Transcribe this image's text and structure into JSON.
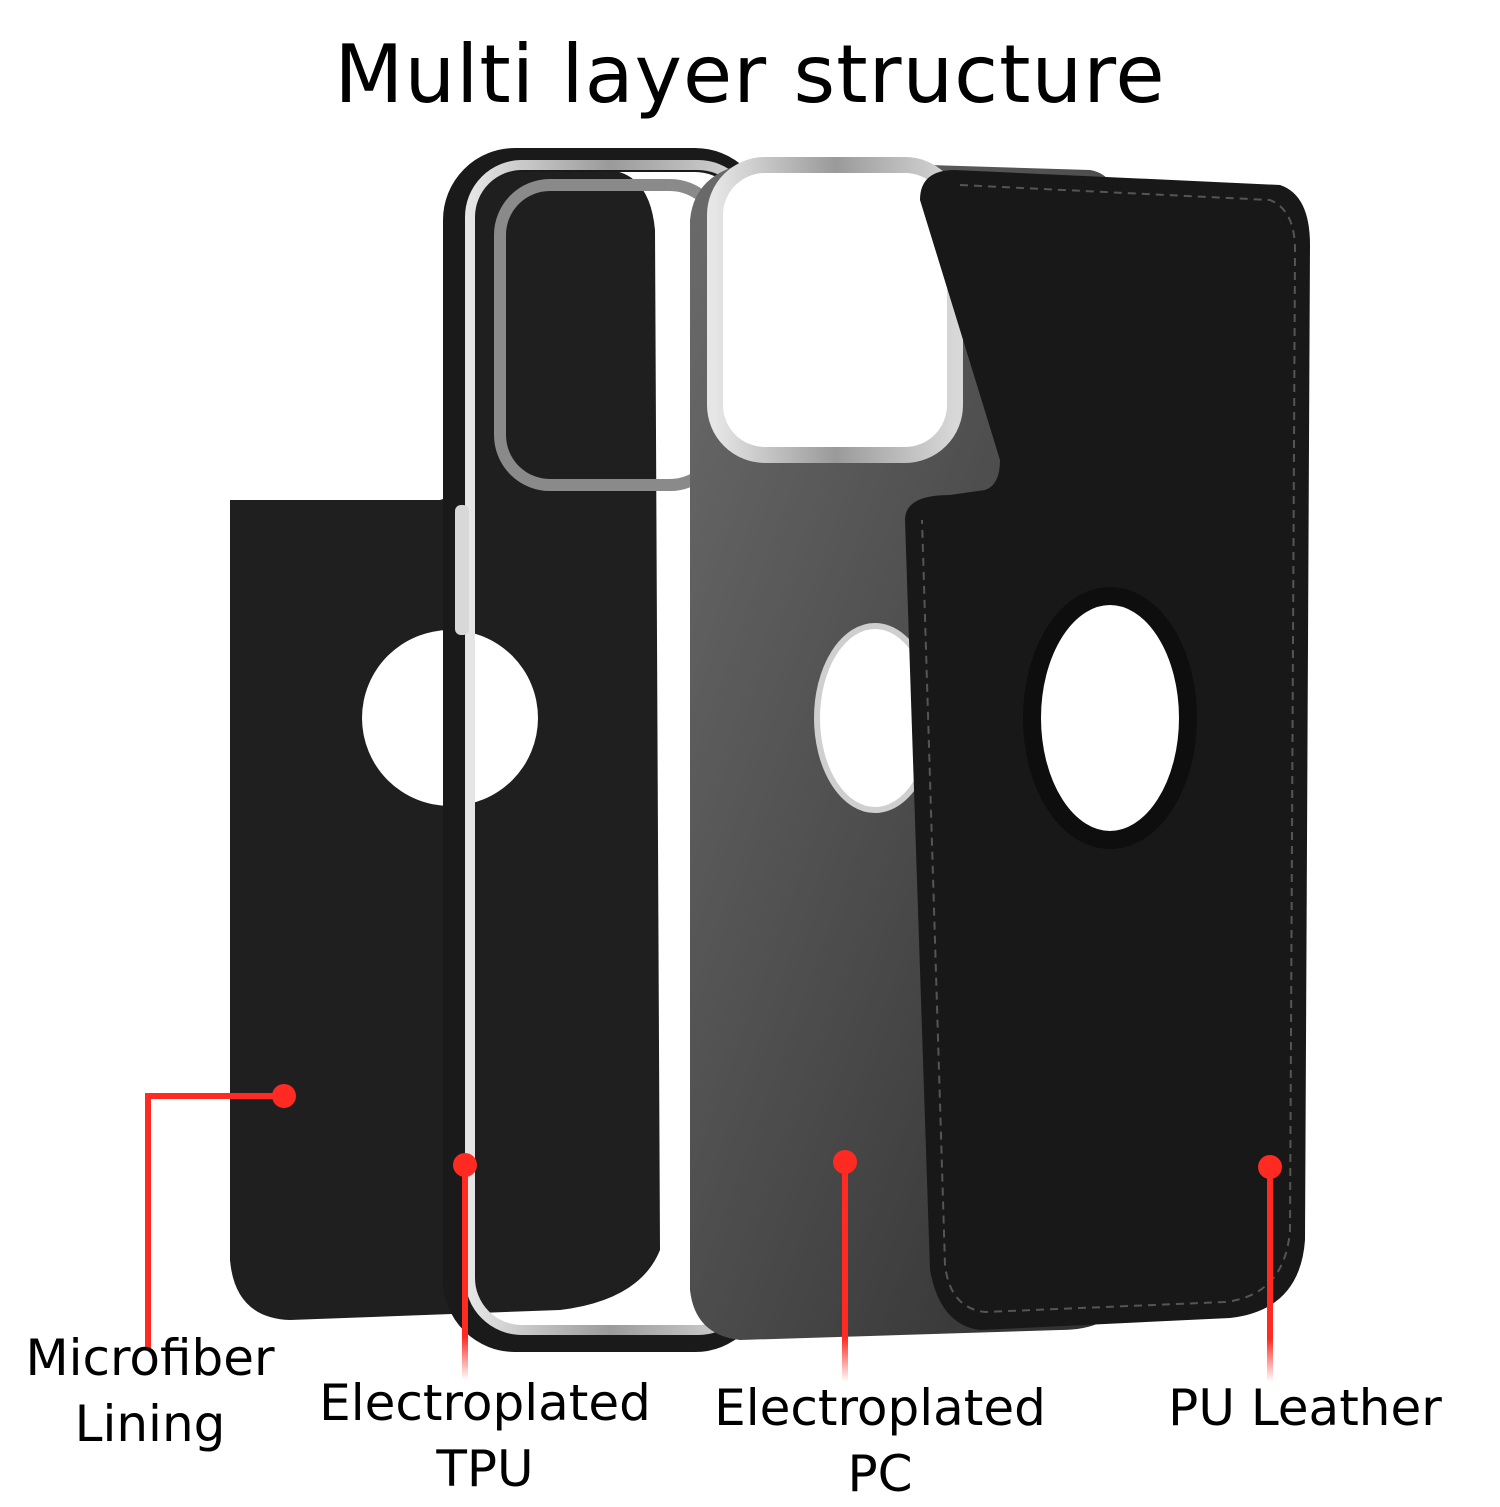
{
  "title": "Multi layer structure",
  "accent_color": "#ff2a22",
  "layers": [
    {
      "line1": "Microfiber",
      "line2": "Lining"
    },
    {
      "line1": "Electroplated",
      "line2": "TPU"
    },
    {
      "line1": "Electroplated",
      "line2": "PC"
    },
    {
      "line1": "PU Leather",
      "line2": ""
    }
  ]
}
